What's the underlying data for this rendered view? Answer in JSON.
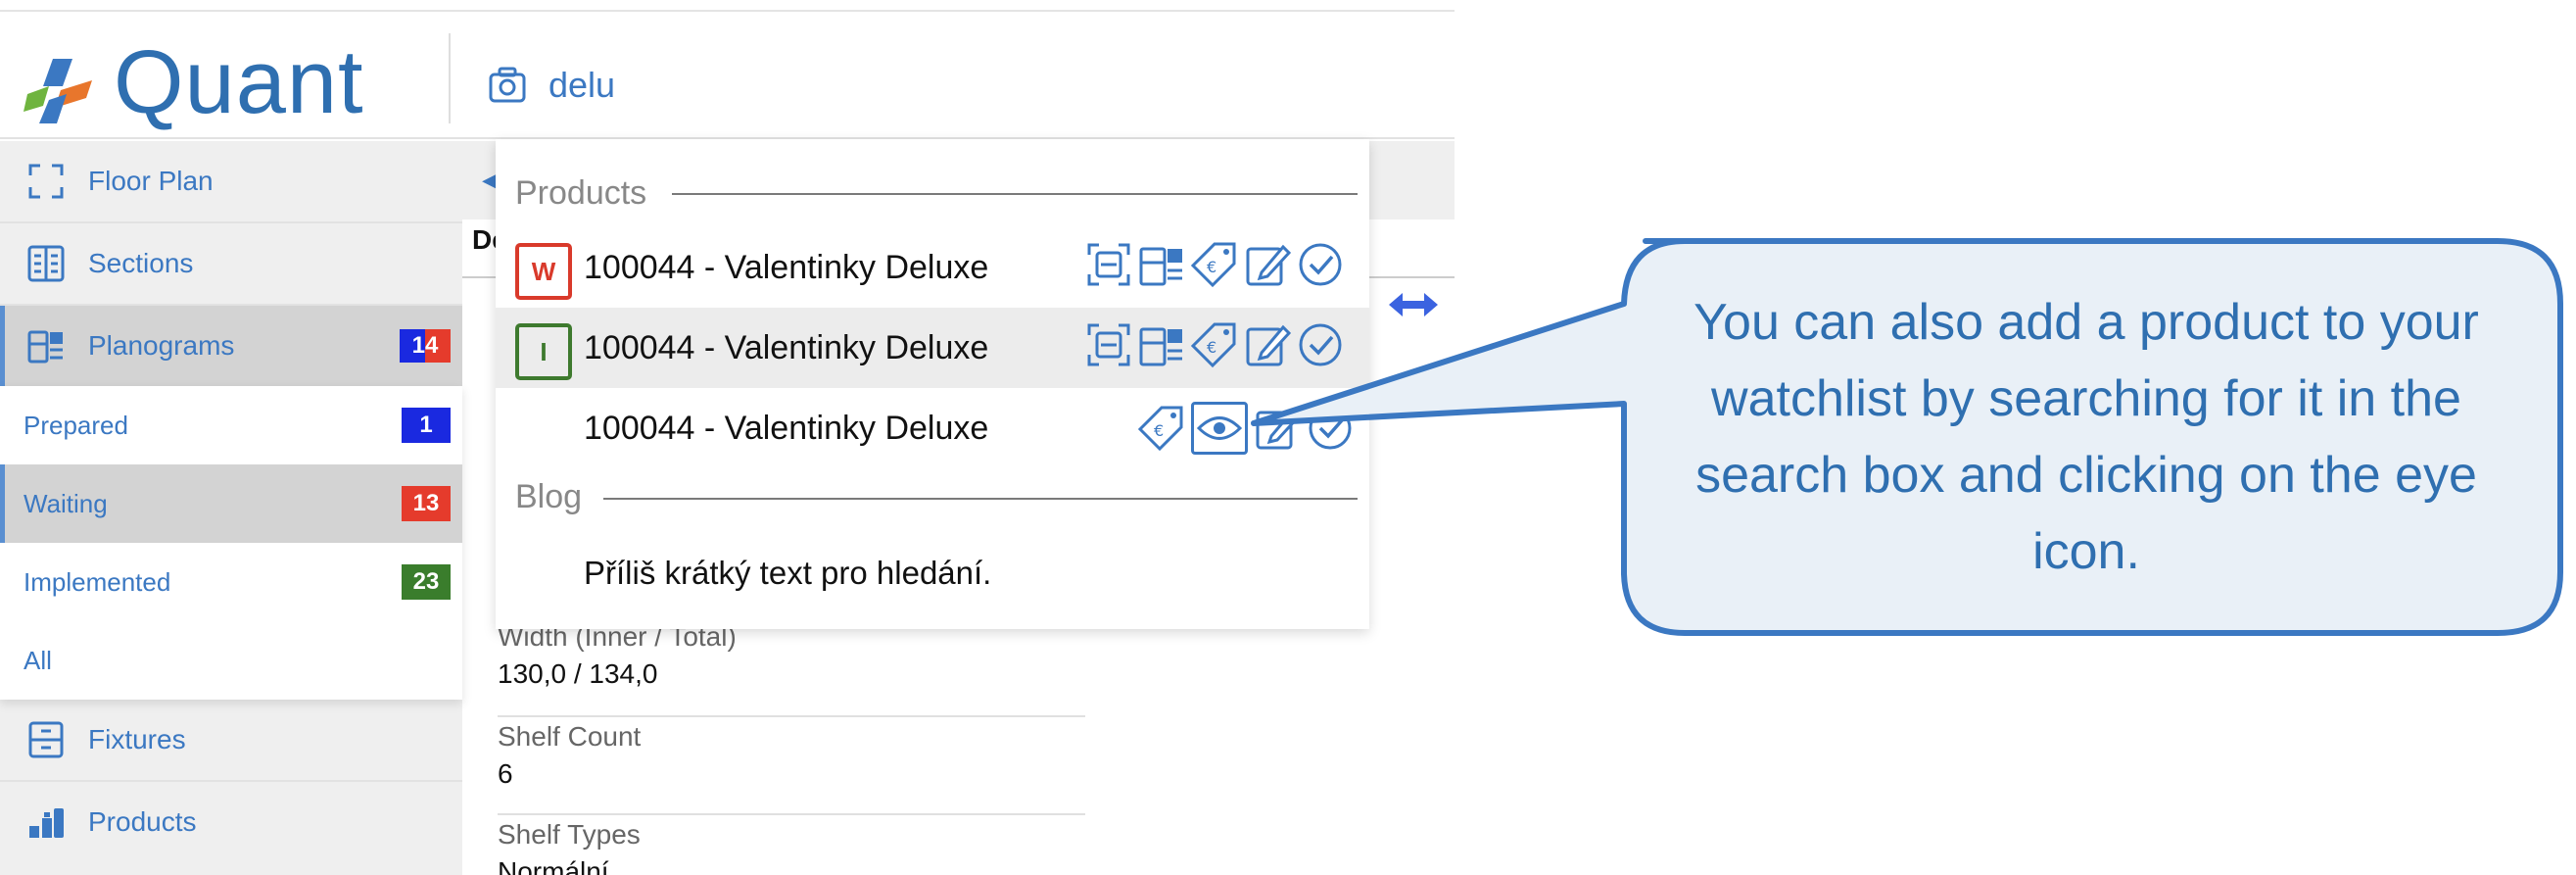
{
  "header": {
    "logo_text": "Quant",
    "store_name": "delu"
  },
  "sidebar": {
    "items": [
      {
        "label": "Floor Plan"
      },
      {
        "label": "Sections"
      },
      {
        "label": "Planograms",
        "badge": "14"
      },
      {
        "label": "Fixtures"
      },
      {
        "label": "Products"
      }
    ],
    "planogram_sub": [
      {
        "label": "Prepared",
        "badge": "1"
      },
      {
        "label": "Waiting",
        "badge": "13"
      },
      {
        "label": "Implemented",
        "badge": "23"
      },
      {
        "label": "All"
      }
    ]
  },
  "main": {
    "tab_label": "De",
    "fields": [
      {
        "key": "Width (Inner / Total)",
        "value": "130,0 / 134,0"
      },
      {
        "key": "Shelf Count",
        "value": "6"
      },
      {
        "key": "Shelf Types",
        "value": "Normální"
      }
    ]
  },
  "search_dropdown": {
    "products_title": "Products",
    "results": [
      {
        "status": "W",
        "label": "100044 - Valentinky Deluxe"
      },
      {
        "status": "I",
        "label": "100044 - Valentinky Deluxe"
      },
      {
        "status": "",
        "label": "100044 - Valentinky Deluxe"
      }
    ],
    "blog_title": "Blog",
    "blog_message": "Příliš krátký text pro hledání."
  },
  "callout": {
    "text": "You can also add a product to your watchlist by searching for it in the search box and clicking on the eye icon."
  },
  "colors": {
    "accent": "#3b78c2",
    "badge_blue": "#1a29e0",
    "badge_red": "#e53b2c",
    "badge_green": "#3a7d2c",
    "status_w": "#d93a2b",
    "status_i": "#3e7a2e"
  }
}
